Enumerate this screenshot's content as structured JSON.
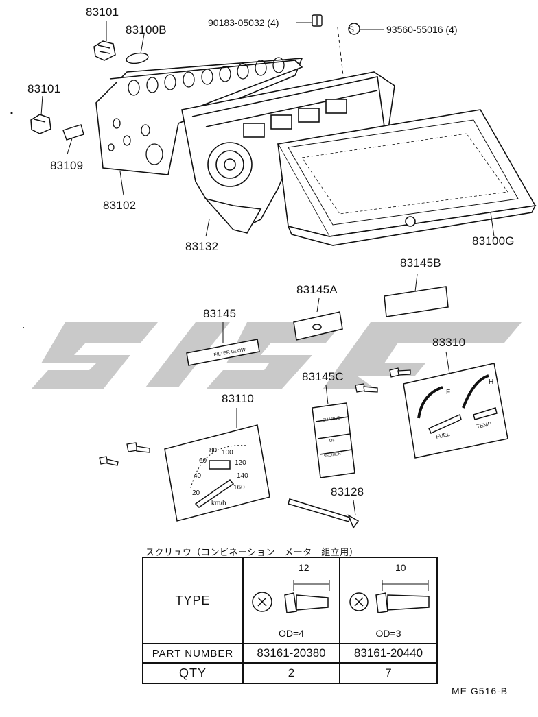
{
  "parts": {
    "p83101_top": "83101",
    "p83100B": "83100B",
    "p90183": "90183-05032 (4)",
    "p93560": "93560-55016 (4)",
    "p83101_left": "83101",
    "p83109": "83109",
    "p83102": "83102",
    "p83132": "83132",
    "p83100G": "83100G",
    "p83145B": "83145B",
    "p83145A": "83145A",
    "p83145": "83145",
    "p83310": "83310",
    "p83145C": "83145C",
    "p83110": "83110",
    "p83128": "83128"
  },
  "panel_text": {
    "filter_glow": "FILTER  GLOW",
    "charge": "CHARGE",
    "oil": "OIL",
    "sediment": "SEDIMENT",
    "fuel": "FUEL",
    "temp": "TEMP",
    "fuel_f": "F",
    "temp_h": "H",
    "speedo_unit": "km/h",
    "speedo_ticks": [
      "20",
      "40",
      "60",
      "80",
      "100",
      "120",
      "140",
      "160"
    ]
  },
  "table": {
    "caption": "スクリュウ（コンビネーション　メータ　組立用）",
    "type_label": "TYPE",
    "part_number_label": "PART NUMBER",
    "qty_label": "QTY",
    "columns": [
      {
        "dim": "12",
        "od": "OD=4",
        "part_number": "83161-20380",
        "qty": "2"
      },
      {
        "dim": "10",
        "od": "OD=3",
        "part_number": "83161-20440",
        "qty": "7"
      }
    ]
  },
  "reference": "ME  G516-B"
}
